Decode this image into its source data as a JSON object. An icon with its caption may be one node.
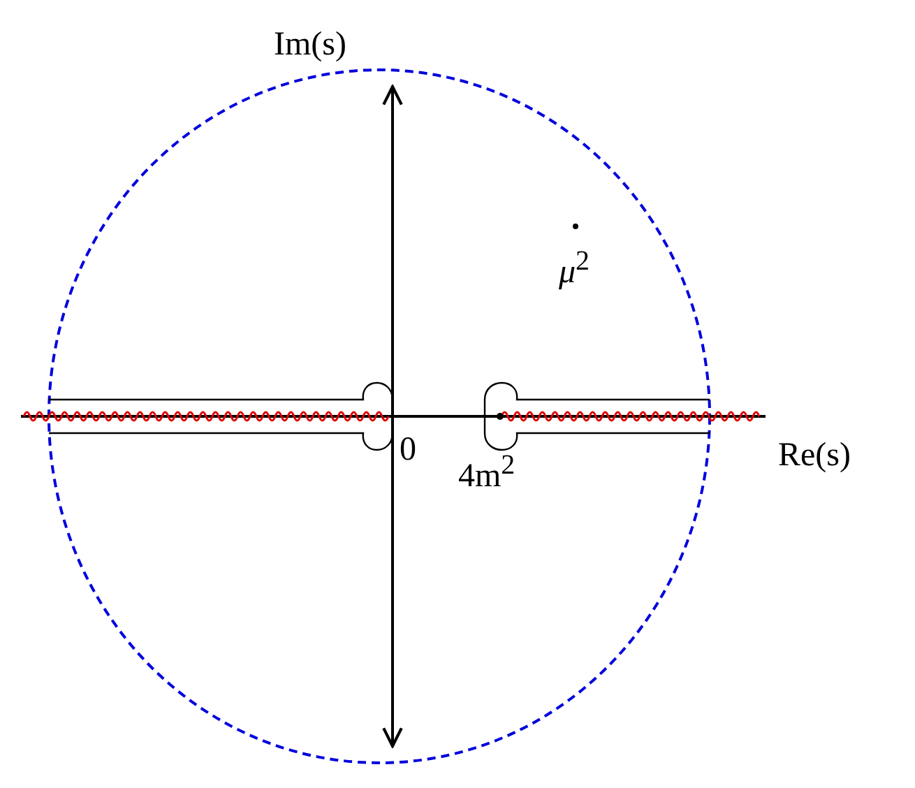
{
  "diagram": {
    "labels": [
      "Im(s)",
      "*μ*$^{2}$",
      "Re(s)",
      "0",
      "4m$^{2}$"
    ]
  }
}
